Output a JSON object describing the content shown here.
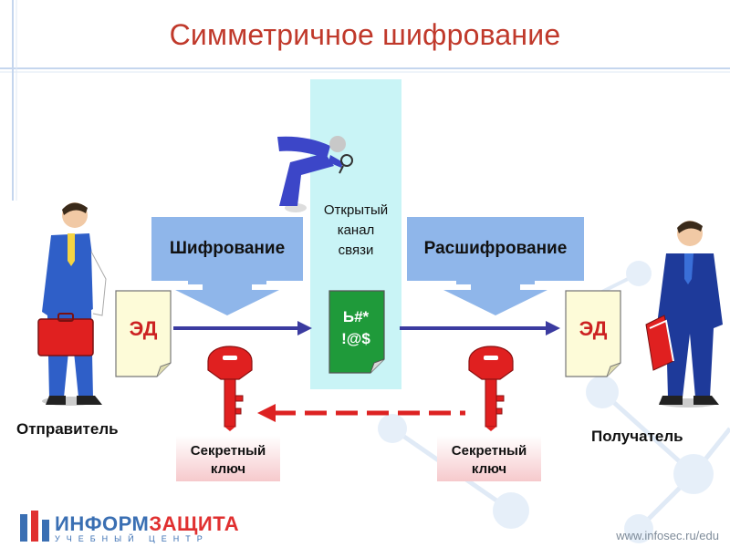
{
  "title": "Симметричное шифрование",
  "channel": {
    "label_lines": [
      "Открытый",
      "канал",
      "связи"
    ]
  },
  "stages": {
    "encrypt": "Шифрование",
    "decrypt": "Расшифрование"
  },
  "documents": {
    "sender": "ЭД",
    "receiver": "ЭД"
  },
  "ciphertext": {
    "line1": "Ь#*",
    "line2": "!@$"
  },
  "keys": {
    "left": {
      "line1": "Секретный",
      "line2": "ключ"
    },
    "right": {
      "line1": "Секретный",
      "line2": "ключ"
    }
  },
  "people": {
    "sender": "Отправитель",
    "receiver": "Получатель"
  },
  "footer": {
    "logo_part1": "ИНФОРМ",
    "logo_part2": "ЗАЩИТА",
    "logo_sub": "УЧЕБНЫЙ ЦЕНТР",
    "url": "www.infosec.ru/edu"
  },
  "colors": {
    "title": "#c0392b",
    "stage_box": "#8fb6ea",
    "channel": "#c9f4f6",
    "key": "#e02020",
    "cipher_doc": "#1f9a3a",
    "arrow": "#3b3ba0",
    "key_exchange": "#dd2222"
  }
}
